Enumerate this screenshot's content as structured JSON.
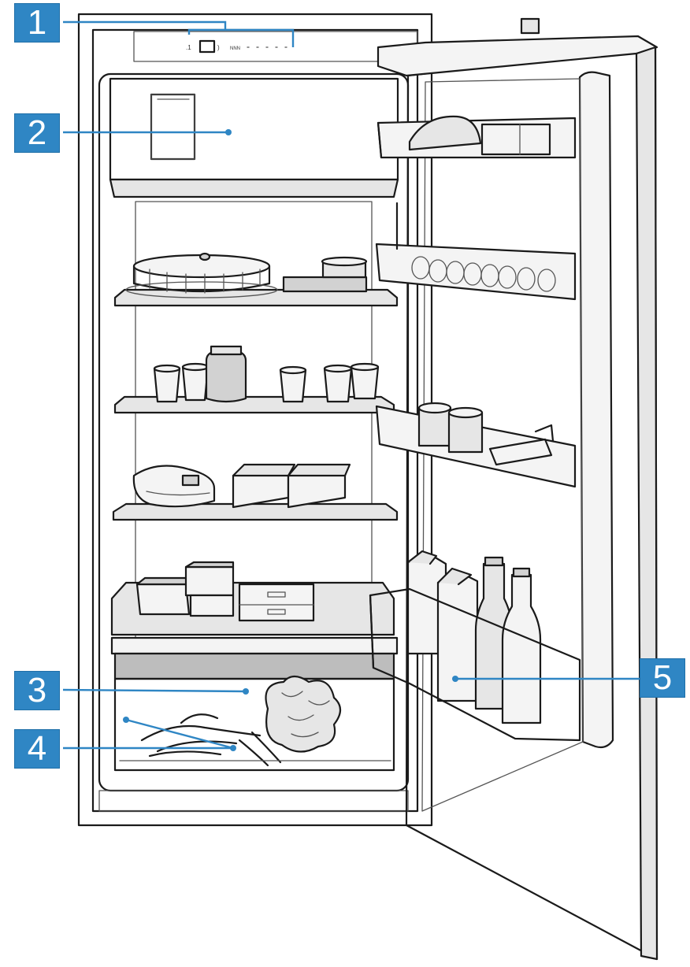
{
  "diagram": {
    "accent_color": "#2f86c4",
    "line_color": "#1a1a1a",
    "callouts": [
      {
        "id": "1",
        "label": "1"
      },
      {
        "id": "2",
        "label": "2"
      },
      {
        "id": "3",
        "label": "3"
      },
      {
        "id": "4",
        "label": "4"
      },
      {
        "id": "5",
        "label": "5"
      }
    ]
  }
}
